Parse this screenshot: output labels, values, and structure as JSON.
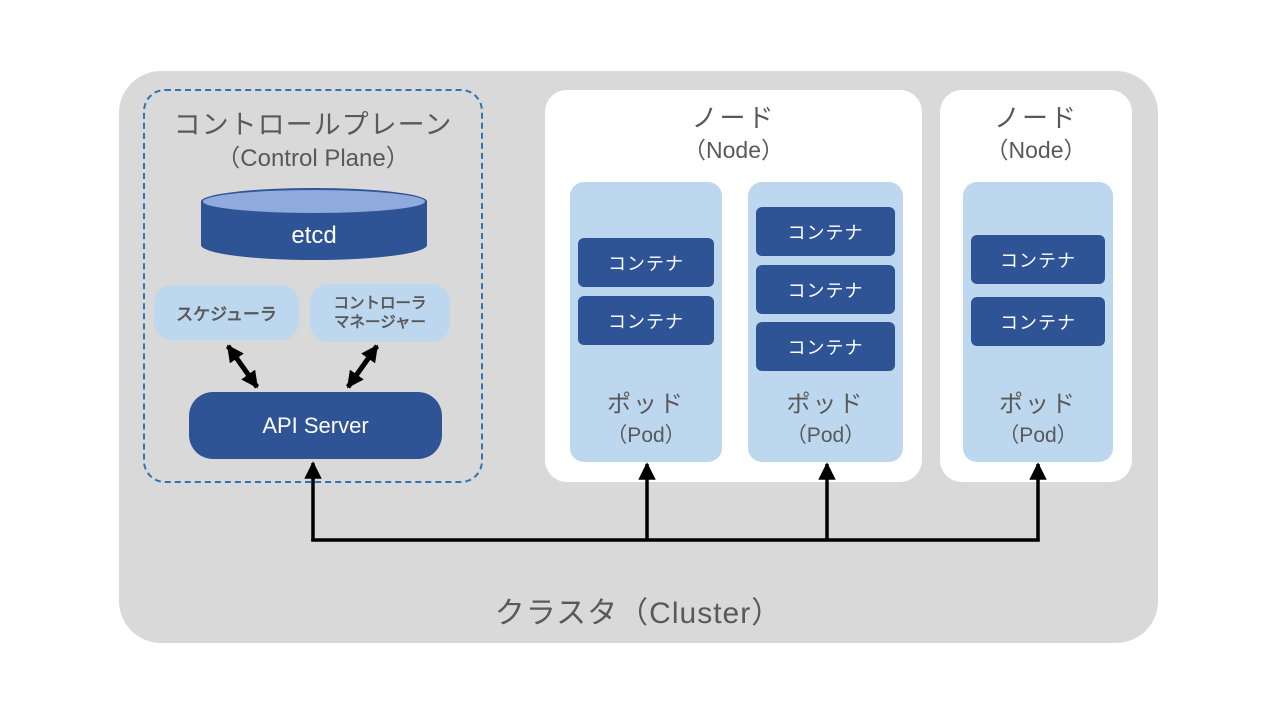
{
  "cluster": {
    "label": "クラスタ（Cluster）"
  },
  "control_plane": {
    "title": "コントロールプレーン",
    "subtitle": "（Control Plane）",
    "etcd_label": "etcd",
    "scheduler_label": "スケジューラ",
    "controller_manager_line1": "コントローラ",
    "controller_manager_line2": "マネージャー",
    "api_server_label": "API Server"
  },
  "nodes": [
    {
      "title": "ノード",
      "subtitle": "（Node）",
      "pods": [
        {
          "label": "ポッド",
          "sublabel": "（Pod）",
          "containers": [
            {
              "label": "コンテナ"
            },
            {
              "label": "コンテナ"
            }
          ]
        },
        {
          "label": "ポッド",
          "sublabel": "（Pod）",
          "containers": [
            {
              "label": "コンテナ"
            },
            {
              "label": "コンテナ"
            },
            {
              "label": "コンテナ"
            }
          ]
        }
      ]
    },
    {
      "title": "ノード",
      "subtitle": "（Node）",
      "pods": [
        {
          "label": "ポッド",
          "sublabel": "（Pod）",
          "containers": [
            {
              "label": "コンテナ"
            },
            {
              "label": "コンテナ"
            }
          ]
        }
      ]
    }
  ],
  "colors": {
    "cluster_bg": "#d9d9d9",
    "node_bg": "#ffffff",
    "pod_bg": "#bdd7ee",
    "container_bg": "#2f5496",
    "api_server_bg": "#2f5496",
    "etcd_body": "#2f5496",
    "etcd_top": "#8faadc",
    "scheduler_bg": "#bdd7ee",
    "control_plane_border": "#2e75b6",
    "label_text": "#595959",
    "box_text": "#ffffff",
    "arrow": "#000000"
  }
}
